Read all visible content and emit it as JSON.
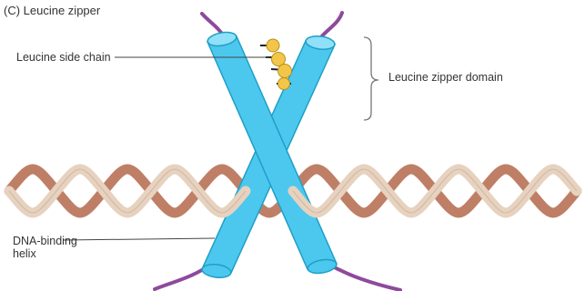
{
  "panel_title": "(C) Leucine zipper",
  "labels": {
    "leucine_side_chain": "Leucine side chain",
    "leucine_zipper_domain": "Leucine zipper domain",
    "dna_binding_helix_line1": "DNA-binding",
    "dna_binding_helix_line2": "helix"
  },
  "colors": {
    "helix_fill": "#4cc8ee",
    "helix_end": "#8fe0f8",
    "helix_edge": "#1f9fc6",
    "dna_dark": "#bf7f66",
    "dna_light": "#e6d2bf",
    "tail": "#8e4a9c",
    "leucine": "#f3c64a",
    "bracket": "#777777",
    "leader": "#444444"
  }
}
